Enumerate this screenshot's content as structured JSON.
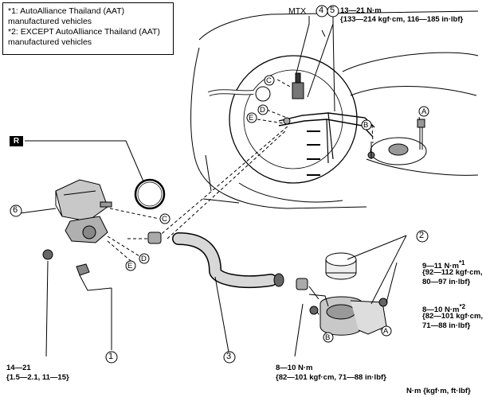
{
  "notes": {
    "note1_line1": "*1: AutoAlliance Thailand (AAT)",
    "note1_line2": "manufactured vehicles",
    "note2_line1": "*2: EXCEPT AutoAlliance Thailand (AAT)",
    "note2_line2": "manufactured vehicles"
  },
  "parts": [
    "1",
    "2",
    "3",
    "4",
    "5",
    "6"
  ],
  "connectors": [
    "A",
    "B",
    "C",
    "D",
    "E"
  ],
  "mtx_label": "MTX",
  "r_badge": "R",
  "torque": {
    "t5_line1": "13—21 N·m",
    "t5_line2": "{133—214 kgf·cm, 116—185 in·lbf}",
    "t_aat_line1": "9—11 N·m",
    "t_aat_mark": "*1",
    "t_aat_line2": "{92—112 kgf·cm,",
    "t_aat_line3": "80—97 in·lbf}",
    "t_except_line1": "8—10 N·m",
    "t_except_mark": "*2",
    "t_except_line2": "{82—101 kgf·cm,",
    "t_except_line3": "71—88 in·lbf}",
    "t_bottom_line1": "8—10 N·m",
    "t_bottom_line2": "{82—101 kgf·cm, 71—88 in·lbf}",
    "t_left_line1": "14—21",
    "t_left_line2": "{1.5—2.1, 11—15}"
  },
  "units_legend": "N·m {kgf·m, ft·lbf}"
}
